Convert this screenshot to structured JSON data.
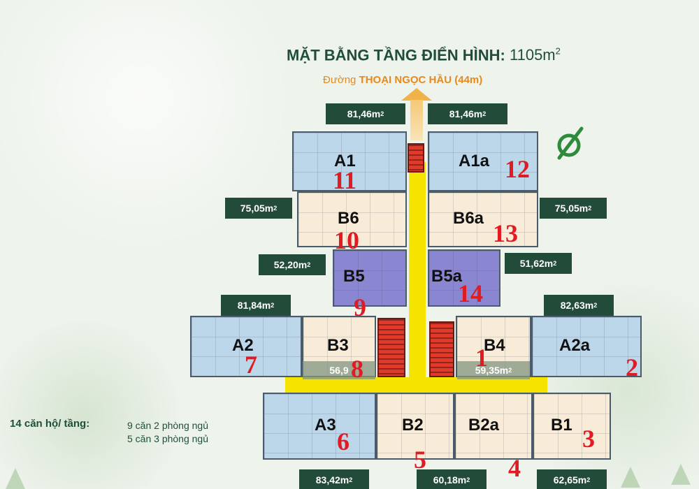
{
  "title": {
    "main": "MẶT BẰNG TẦNG ĐIỂN HÌNH:",
    "area": "1105m",
    "area_sup": "2"
  },
  "street": {
    "prefix": "Đường ",
    "name": "THOẠI NGỌC HẦU (44m)"
  },
  "areas": {
    "a1": "81,46m",
    "a1a": "81,46m",
    "b6": "75,05m",
    "b6a": "75,05m",
    "b5": "52,20m",
    "b5a": "51,62m",
    "a2": "81,84m",
    "a2a": "82,63m",
    "a3": "83,42m",
    "b2": "60,18m",
    "b1": "62,65m",
    "b3_inner": "56,9",
    "b4_inner": "5",
    "b4_inner_tail": "9,35m",
    "sup": "2"
  },
  "units": {
    "A1": {
      "label": "A1",
      "num": "11"
    },
    "A1a": {
      "label": "A1a",
      "num": "12"
    },
    "B6": {
      "label": "B6",
      "num": "10"
    },
    "B6a": {
      "label": "B6a",
      "num": "13"
    },
    "B5": {
      "label": "B5",
      "num": "9"
    },
    "B5a": {
      "label": "B5a",
      "num": "14"
    },
    "A2": {
      "label": "A2",
      "num": "7"
    },
    "B3": {
      "label": "B3",
      "num": "8"
    },
    "B4": {
      "label": "B4",
      "num": "1"
    },
    "A2a": {
      "label": "A2a",
      "num": "2"
    },
    "A3": {
      "label": "A3",
      "num": "6"
    },
    "B2": {
      "label": "B2",
      "num": "5"
    },
    "B2a": {
      "label": "B2a",
      "num": "4"
    },
    "B1": {
      "label": "B1",
      "num": "3"
    }
  },
  "summary": {
    "lead": "14 căn hộ/ tầng:",
    "line1": "9 căn 2 phòng ngủ",
    "line2": "5 căn 3 phòng ngủ"
  },
  "colors": {
    "label_bg": "#234b3a",
    "corridor": "#f5e400",
    "unit_blue": "#bcd6ea",
    "unit_cream": "#f8ecd8",
    "unit_purple": "#8a86d2",
    "number_red": "#e01b22",
    "street_orange": "#e8891c"
  },
  "icons": {
    "north": "north-compass-icon"
  }
}
